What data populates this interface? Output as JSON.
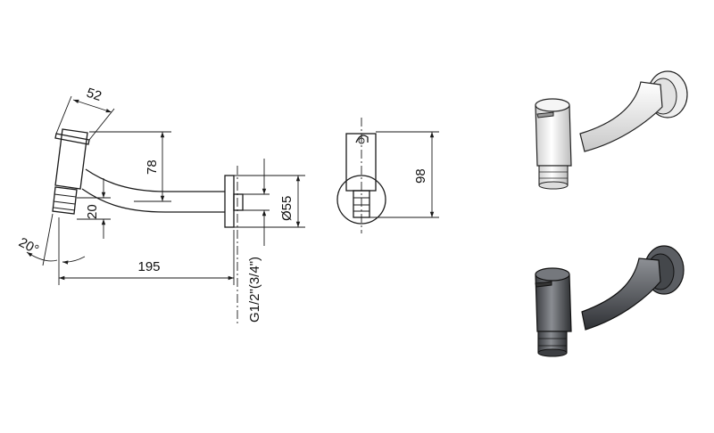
{
  "side_view": {
    "dim_width": "52",
    "dim_height": "78",
    "dim_spout": "20",
    "dim_angle": "20°",
    "dim_length": "195",
    "dim_flange_diameter": "Ø55",
    "dim_thread": "G1/2\"(3/4\")"
  },
  "front_view": {
    "dim_height": "98"
  },
  "colors": {
    "line": "#1a1a1a",
    "render_light": "#e6e6e6",
    "render_dark": "#4a4d52"
  }
}
